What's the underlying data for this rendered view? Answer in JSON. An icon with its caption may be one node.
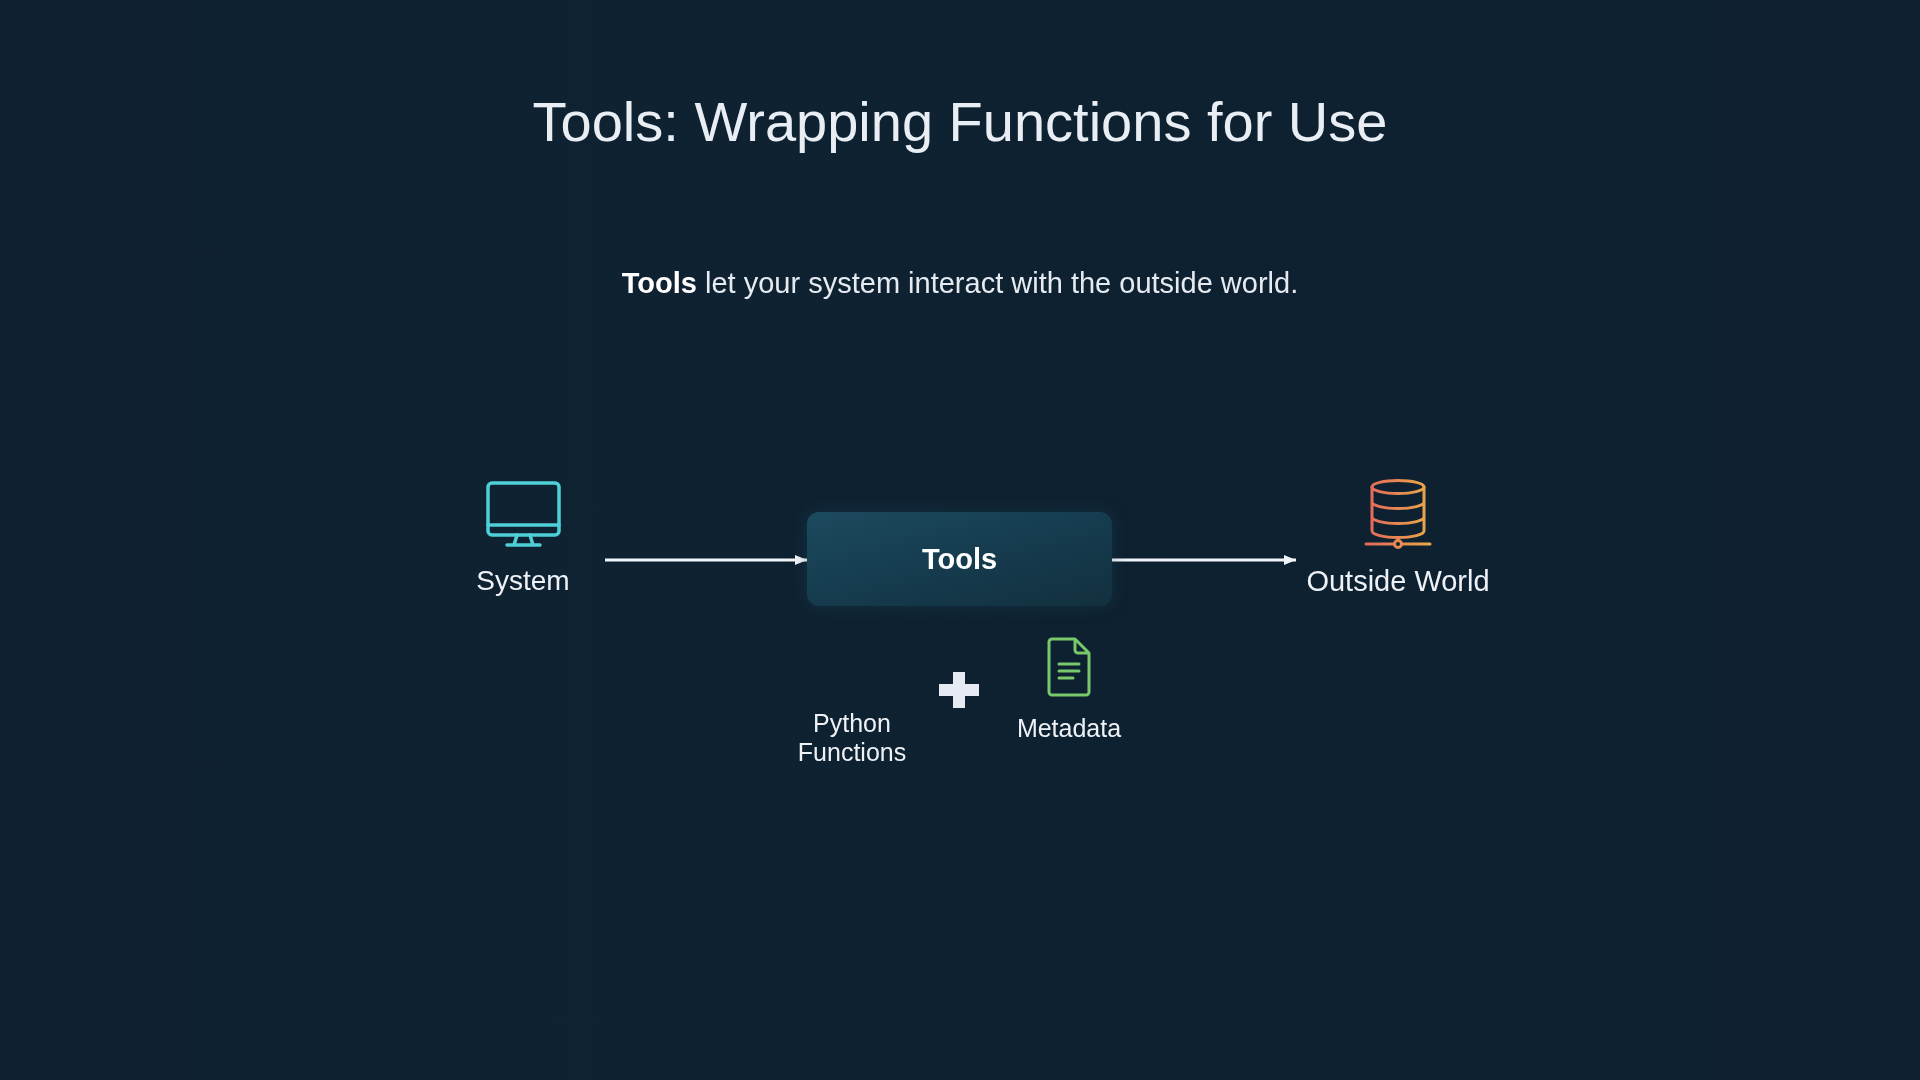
{
  "diagram": {
    "title": "Tools: Wrapping Functions for Use",
    "nodes": [
      {
        "text": [
          "System"
        ]
      },
      {
        "text": [
          "Tools"
        ]
      },
      {
        "text": [
          "Outside World"
        ]
      },
      {
        "text": [
          "Python Functions"
        ]
      },
      {
        "text": [
          "Metadata"
        ]
      }
    ],
    "edges": [
      {
        "from": 0,
        "to": 1,
        "arrow": "to"
      },
      {
        "from": 1,
        "to": 2,
        "arrow": "to"
      }
    ],
    "labels": [
      "**Tools** let your system interact with the outside world."
    ]
  }
}
